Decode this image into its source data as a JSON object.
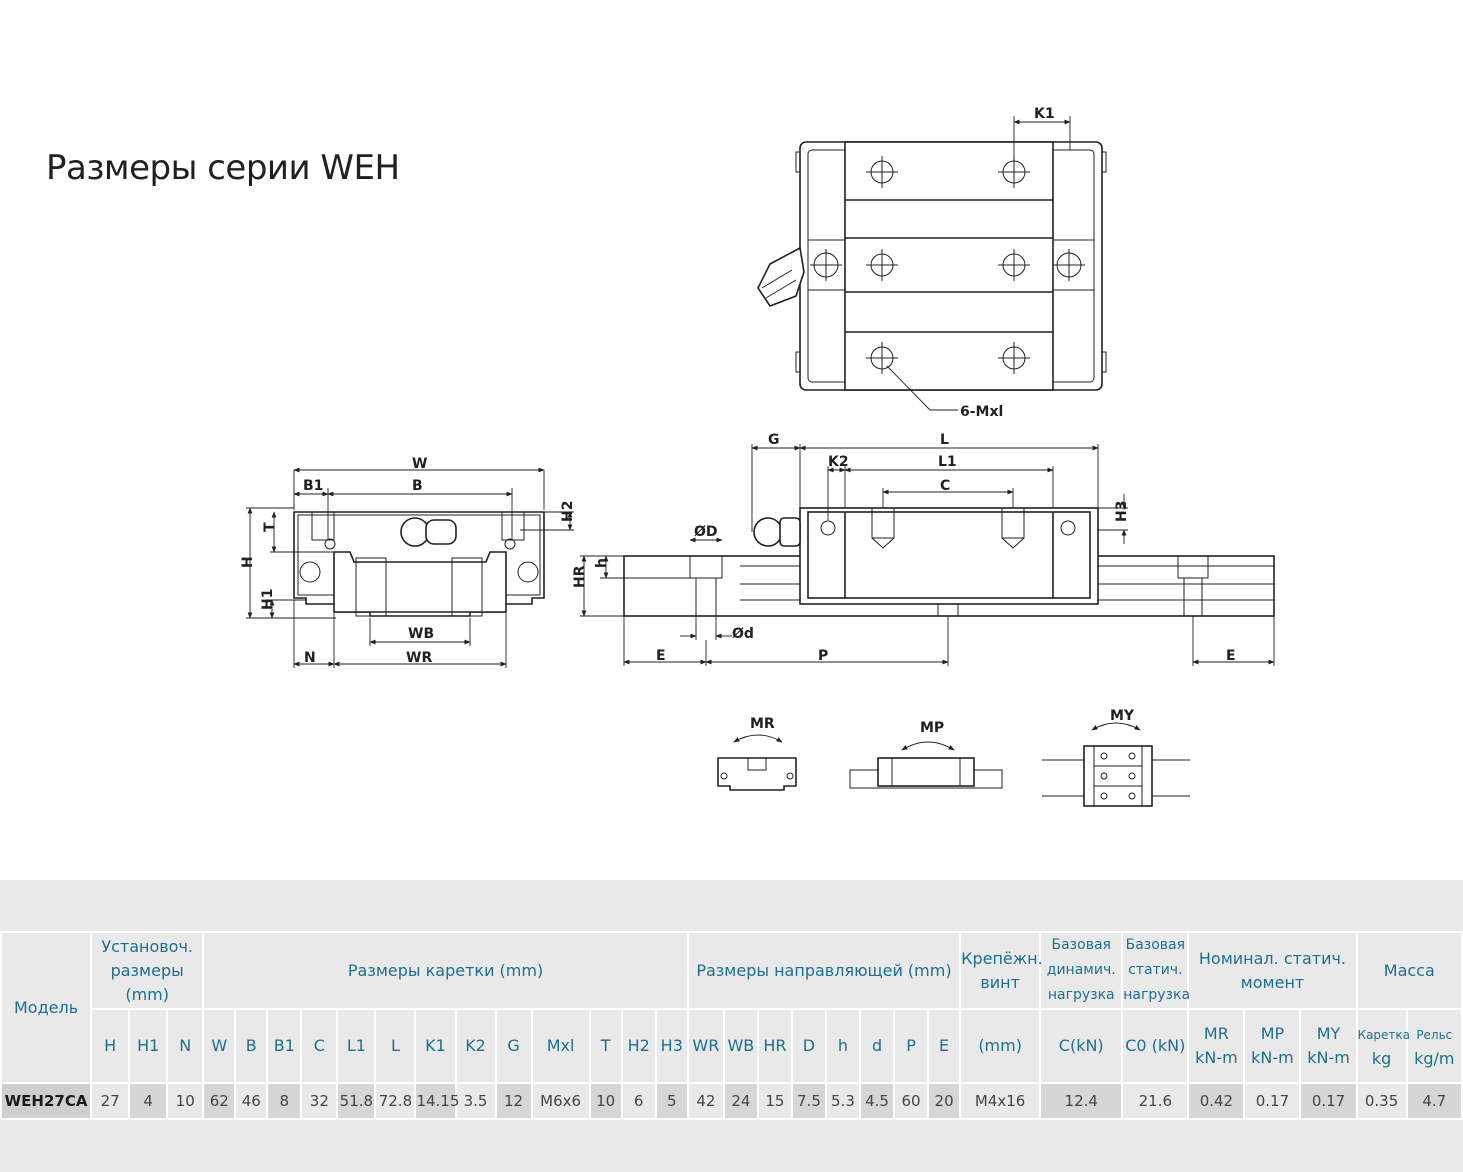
{
  "title": "Размеры серии WEH",
  "drawing_labels": {
    "K1": "K1",
    "six_mxl": "6-Mxl",
    "W": "W",
    "B1": "B1",
    "B": "B",
    "T": "T",
    "H": "H",
    "H1": "H1",
    "H2": "H2",
    "WB": "WB",
    "WR": "WR",
    "N": "N",
    "G": "G",
    "L": "L",
    "K2": "K2",
    "L1": "L1",
    "C": "C",
    "H3": "H3",
    "OD": "ØD",
    "h": "h",
    "HR": "HR",
    "Od": "Ød",
    "E": "E",
    "P": "P",
    "E2": "E",
    "MR": "MR",
    "MP": "MP",
    "MY": "MY"
  },
  "table": {
    "model_header": "Модель",
    "group_mount": "Установоч. размеры (mm)",
    "group_block": "Размеры каретки (mm)",
    "group_rail": "Размеры направляющей (mm)",
    "group_bolt": "Крепёжн. винт",
    "group_dyn": "Базовая динамич. нагрузка",
    "group_stat": "Базовая статич. нагрузка",
    "group_moment": "Номинал. статич. момент",
    "group_mass": "Масса",
    "cols": [
      "H",
      "H1",
      "N",
      "W",
      "B",
      "B1",
      "C",
      "L1",
      "L",
      "K1",
      "K2",
      "G",
      "Mxl",
      "T",
      "H2",
      "H3",
      "WR",
      "WB",
      "HR",
      "D",
      "h",
      "d",
      "P",
      "E"
    ],
    "bolt_unit": "(mm)",
    "dyn_unit": "C(kN)",
    "stat_unit": "C0 (kN)",
    "moment_cols": [
      "MR",
      "MP",
      "MY"
    ],
    "moment_unit": "kN-m",
    "mass_block": "Каретка",
    "mass_rail": "Рельс",
    "mass_block_unit": "kg",
    "mass_rail_unit": "kg/m",
    "row": {
      "model": "WEH27CA",
      "values": [
        "27",
        "4",
        "10",
        "62",
        "46",
        "8",
        "32",
        "51.8",
        "72.8",
        "14.15",
        "3.5",
        "12",
        "M6x6",
        "10",
        "6",
        "5",
        "42",
        "24",
        "15",
        "7.5",
        "5.3",
        "4.5",
        "60",
        "20"
      ],
      "bolt": "M4x16",
      "dyn": "12.4",
      "stat": "21.6",
      "moments": [
        "0.42",
        "0.17",
        "0.17"
      ],
      "mass_block": "0.35",
      "mass_rail": "4.7"
    }
  }
}
